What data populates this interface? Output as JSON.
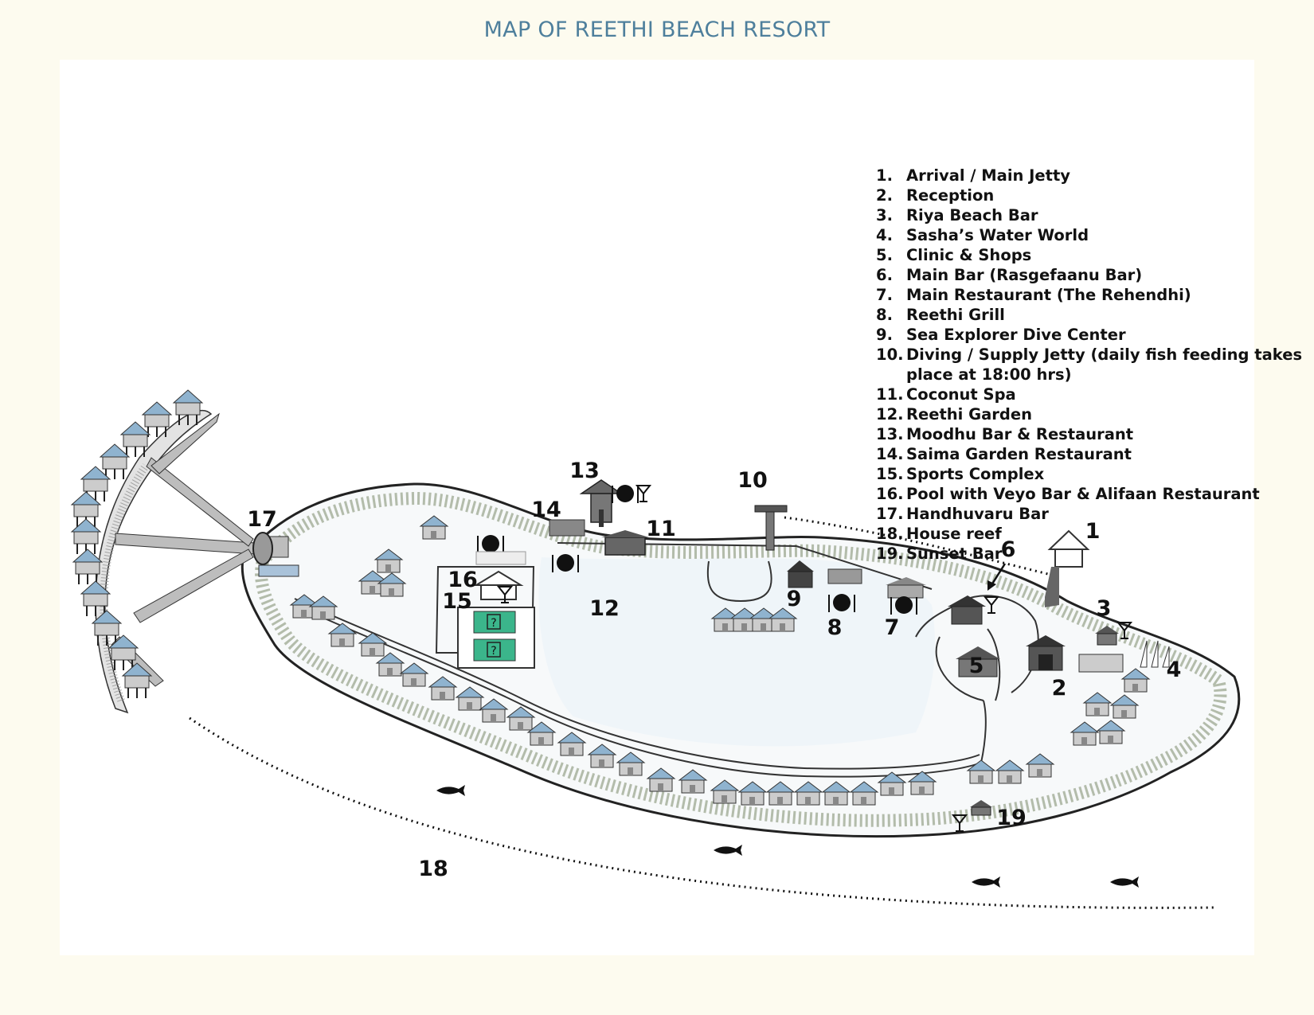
{
  "title": "MAP OF REETHI BEACH RESORT",
  "legend": [
    {
      "num": "1.",
      "label": "Arrival / Main Jetty"
    },
    {
      "num": "2.",
      "label": "Reception"
    },
    {
      "num": "3.",
      "label": "Riya Beach Bar"
    },
    {
      "num": "4.",
      "label": "Sasha’s Water World"
    },
    {
      "num": "5.",
      "label": "Clinic & Shops"
    },
    {
      "num": "6.",
      "label": "Main Bar (Rasgefaanu Bar)"
    },
    {
      "num": "7.",
      "label": "Main Restaurant (The Rehendhi)"
    },
    {
      "num": "8.",
      "label": "Reethi Grill"
    },
    {
      "num": "9.",
      "label": "Sea Explorer Dive Center"
    },
    {
      "num": "10.",
      "label": "Diving / Supply Jetty (daily fish feeding takes place at 18:00 hrs)"
    },
    {
      "num": "11.",
      "label": "Coconut Spa"
    },
    {
      "num": "12.",
      "label": "Reethi Garden"
    },
    {
      "num": "13.",
      "label": "Moodhu Bar & Restaurant"
    },
    {
      "num": "14.",
      "label": "Saima Garden Restaurant"
    },
    {
      "num": "15.",
      "label": "Sports Complex"
    },
    {
      "num": "16.",
      "label": "Pool with Veyo Bar & Alifaan Restaurant"
    },
    {
      "num": "17.",
      "label": "Handhuvaru Bar"
    },
    {
      "num": "18.",
      "label": "House reef"
    },
    {
      "num": "19.",
      "label": "Sunset Bar"
    }
  ],
  "map_labels": {
    "m1": "1",
    "m2": "2",
    "m3": "3",
    "m4": "4",
    "m5": "5",
    "m6": "6",
    "m7": "7",
    "m8": "8",
    "m9": "9",
    "m10": "10",
    "m11": "11",
    "m12": "12",
    "m13": "13",
    "m14": "14",
    "m15": "15",
    "m16": "16",
    "m17": "17",
    "m18": "18",
    "m19": "19"
  },
  "court_marks": [
    "?",
    "?"
  ],
  "colors": {
    "title": "#4e7f9c",
    "page_background": "#fdfbef",
    "map_background": "#ffffff",
    "court": "#3bb58b",
    "villa_roof": "#8fb3cf",
    "villa_wall": "#cccccc"
  }
}
